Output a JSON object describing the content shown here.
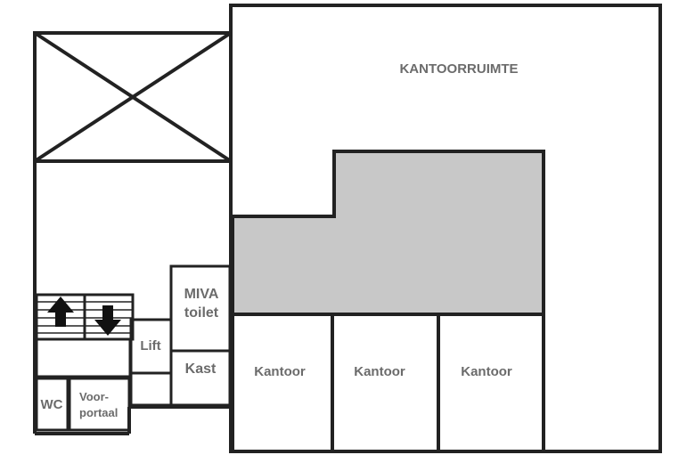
{
  "floorplan": {
    "labels": {
      "office_space": "KANTOORRUIMTE",
      "miva_line1": "MIVA",
      "miva_line2": "toilet",
      "kast": "Kast",
      "lift": "Lift",
      "wc": "WC",
      "voorportaal_line1": "Voor-",
      "voorportaal_line2": "portaal",
      "office_1": "Kantoor",
      "office_2": "Kantoor",
      "office_3": "Kantoor"
    },
    "icons": [
      "arrow-up-icon",
      "arrow-down-icon"
    ],
    "colors": {
      "walls": "#222222",
      "label_text": "#6b6b6b",
      "shaded_area": "#c8c8c8",
      "background": "#ffffff"
    }
  }
}
